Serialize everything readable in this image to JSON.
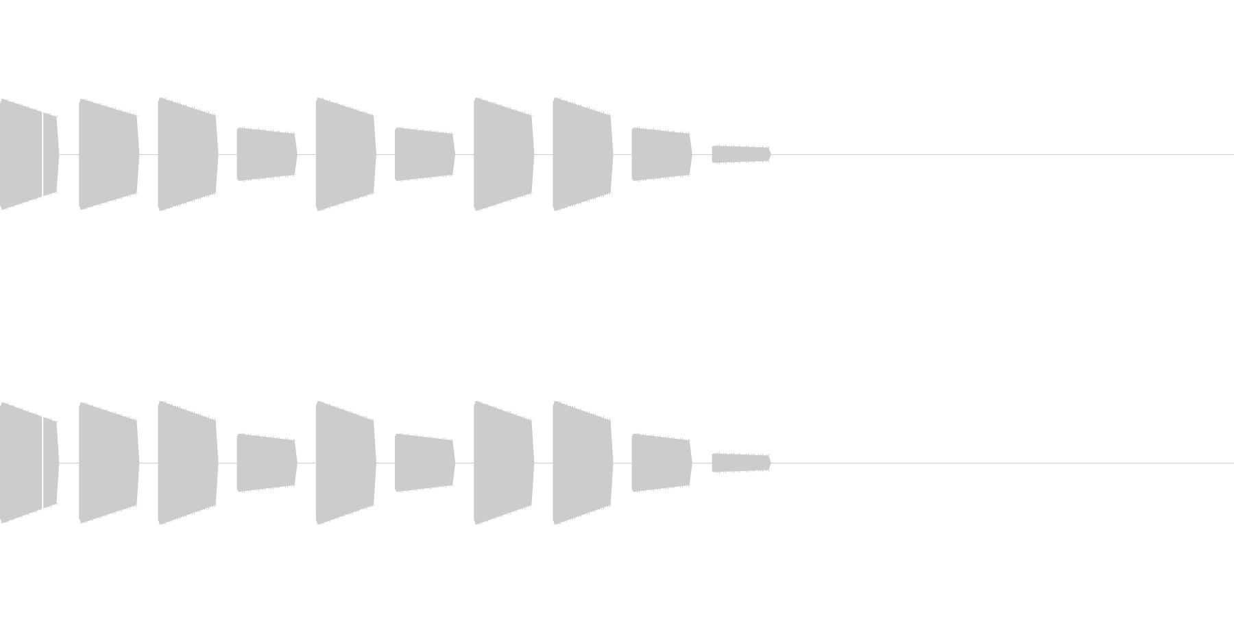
{
  "waveform": {
    "channels": [
      "left",
      "right"
    ],
    "colors": {
      "background": "#ffffff",
      "wave": "#cccccc",
      "center_line": "#cccccc"
    },
    "duration_fraction_with_sound": 0.625,
    "bursts": [
      {
        "start": 0.0,
        "end": 0.048,
        "amp_start": 0.92,
        "amp_end": 0.62,
        "gap_at": 0.034
      },
      {
        "start": 0.064,
        "end": 0.113,
        "amp_start": 0.92,
        "amp_end": 0.64
      },
      {
        "start": 0.128,
        "end": 0.177,
        "amp_start": 0.94,
        "amp_end": 0.64
      },
      {
        "start": 0.192,
        "end": 0.241,
        "amp_start": 0.44,
        "amp_end": 0.34
      },
      {
        "start": 0.256,
        "end": 0.305,
        "amp_start": 0.94,
        "amp_end": 0.64
      },
      {
        "start": 0.32,
        "end": 0.369,
        "amp_start": 0.44,
        "amp_end": 0.34
      },
      {
        "start": 0.384,
        "end": 0.433,
        "amp_start": 0.94,
        "amp_end": 0.64
      },
      {
        "start": 0.448,
        "end": 0.497,
        "amp_start": 0.94,
        "amp_end": 0.64
      },
      {
        "start": 0.512,
        "end": 0.561,
        "amp_start": 0.44,
        "amp_end": 0.34
      },
      {
        "start": 0.577,
        "end": 0.625,
        "amp_start": 0.14,
        "amp_end": 0.11
      }
    ]
  }
}
